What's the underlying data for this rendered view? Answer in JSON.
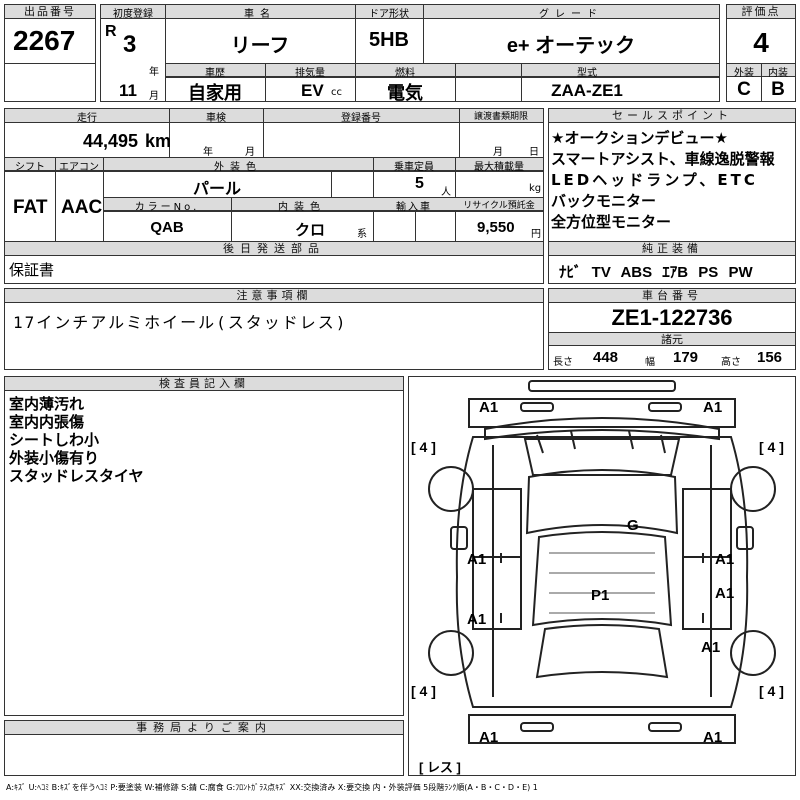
{
  "lot": {
    "label": "出品番号",
    "value": "2267"
  },
  "first_reg": {
    "label": "初度登録",
    "era": "R",
    "year": "3",
    "year_unit": "年",
    "month": "11",
    "month_unit": "月"
  },
  "car_name": {
    "label": "車名",
    "value": "リーフ"
  },
  "door": {
    "label": "ドア形状",
    "value": "5HB"
  },
  "grade": {
    "label": "グレード",
    "value": "e+ オーテック"
  },
  "score": {
    "label": "評価点",
    "value": "4",
    "ext_label": "外装",
    "int_label": "内装",
    "ext": "C",
    "int": "B"
  },
  "history": {
    "label": "車歴",
    "value": "自家用"
  },
  "displacement": {
    "label": "排気量",
    "value": "EV",
    "unit": "cc"
  },
  "fuel": {
    "label": "燃料",
    "value": "電気"
  },
  "model": {
    "label": "型式",
    "value": "ZAA-ZE1"
  },
  "mileage": {
    "label": "走行",
    "value": "44,495",
    "unit": "km"
  },
  "inspection": {
    "label": "車検",
    "year_unit": "年",
    "month_unit": "月"
  },
  "reg_no": {
    "label": "登録番号"
  },
  "transfer": {
    "label": "譲渡書類期限",
    "month_unit": "月",
    "day_unit": "日"
  },
  "shift": {
    "label": "シフト",
    "value": "FAT"
  },
  "aircon": {
    "label": "エアコン",
    "value": "AAC"
  },
  "ext_color": {
    "label": "外装色",
    "value": "パール"
  },
  "capacity": {
    "label": "乗車定員",
    "value": "5",
    "unit": "人"
  },
  "load": {
    "label": "最大積載量",
    "unit": "kg"
  },
  "color_no": {
    "label": "カラーNo.",
    "value": "QAB"
  },
  "int_color": {
    "label": "内装色",
    "value": "クロ",
    "unit": "系"
  },
  "import": {
    "label": "輸入車"
  },
  "recycle": {
    "label": "リサイクル預託金",
    "value": "9,550",
    "unit": "円"
  },
  "later_parts": {
    "label": "後日発送部品",
    "value": "保証書"
  },
  "sales": {
    "label": "セールスポイント",
    "lines": [
      "★オークションデビュー★",
      "スマートアシスト、車線逸脱警報",
      "LEDヘッドランプ、ETC",
      "バックモニター",
      "全方位型モニター"
    ]
  },
  "equipment": {
    "label": "純正装備",
    "value": "ﾅﾋﾞ TV ABS ｴｱB PS PW"
  },
  "caution": {
    "label": "注意事項欄",
    "value": "17インチアルミホイール(スタッドレス)"
  },
  "chassis": {
    "label": "車台番号",
    "value": "ZE1-122736"
  },
  "specs": {
    "label": "諸元",
    "length_label": "長さ",
    "length": "448",
    "width_label": "幅",
    "width": "179",
    "height_label": "高さ",
    "height": "156"
  },
  "inspector": {
    "label": "検査員記入欄",
    "lines": [
      "室内薄汚れ",
      "室内内張傷",
      "シートしわ小",
      "外装小傷有り",
      "スタッドレスタイヤ"
    ]
  },
  "office": {
    "label": "事務局よりご案内"
  },
  "diagram": {
    "marks": {
      "a1": "A1",
      "g": "G",
      "p1": "P1"
    },
    "tires": {
      "fl": "[ 4 ]",
      "fr": "[ 4 ]",
      "rl": "[ 4 ]",
      "rr": "[ 4 ]"
    },
    "tire_note": "[ レス ]"
  },
  "legend": "A:ｷｽﾞ U:ﾍｺﾐ B:ｷｽﾞを伴うﾍｺﾐ P:要塗装 W:補修跡 S:錆 C:腐食 G:ﾌﾛﾝﾄｶﾞﾗｽ点ｷｽﾞ XX:交換済み X:要交換 内・外装評価 5段階ﾗﾝｸ順(A・B・C・D・E) 1"
}
